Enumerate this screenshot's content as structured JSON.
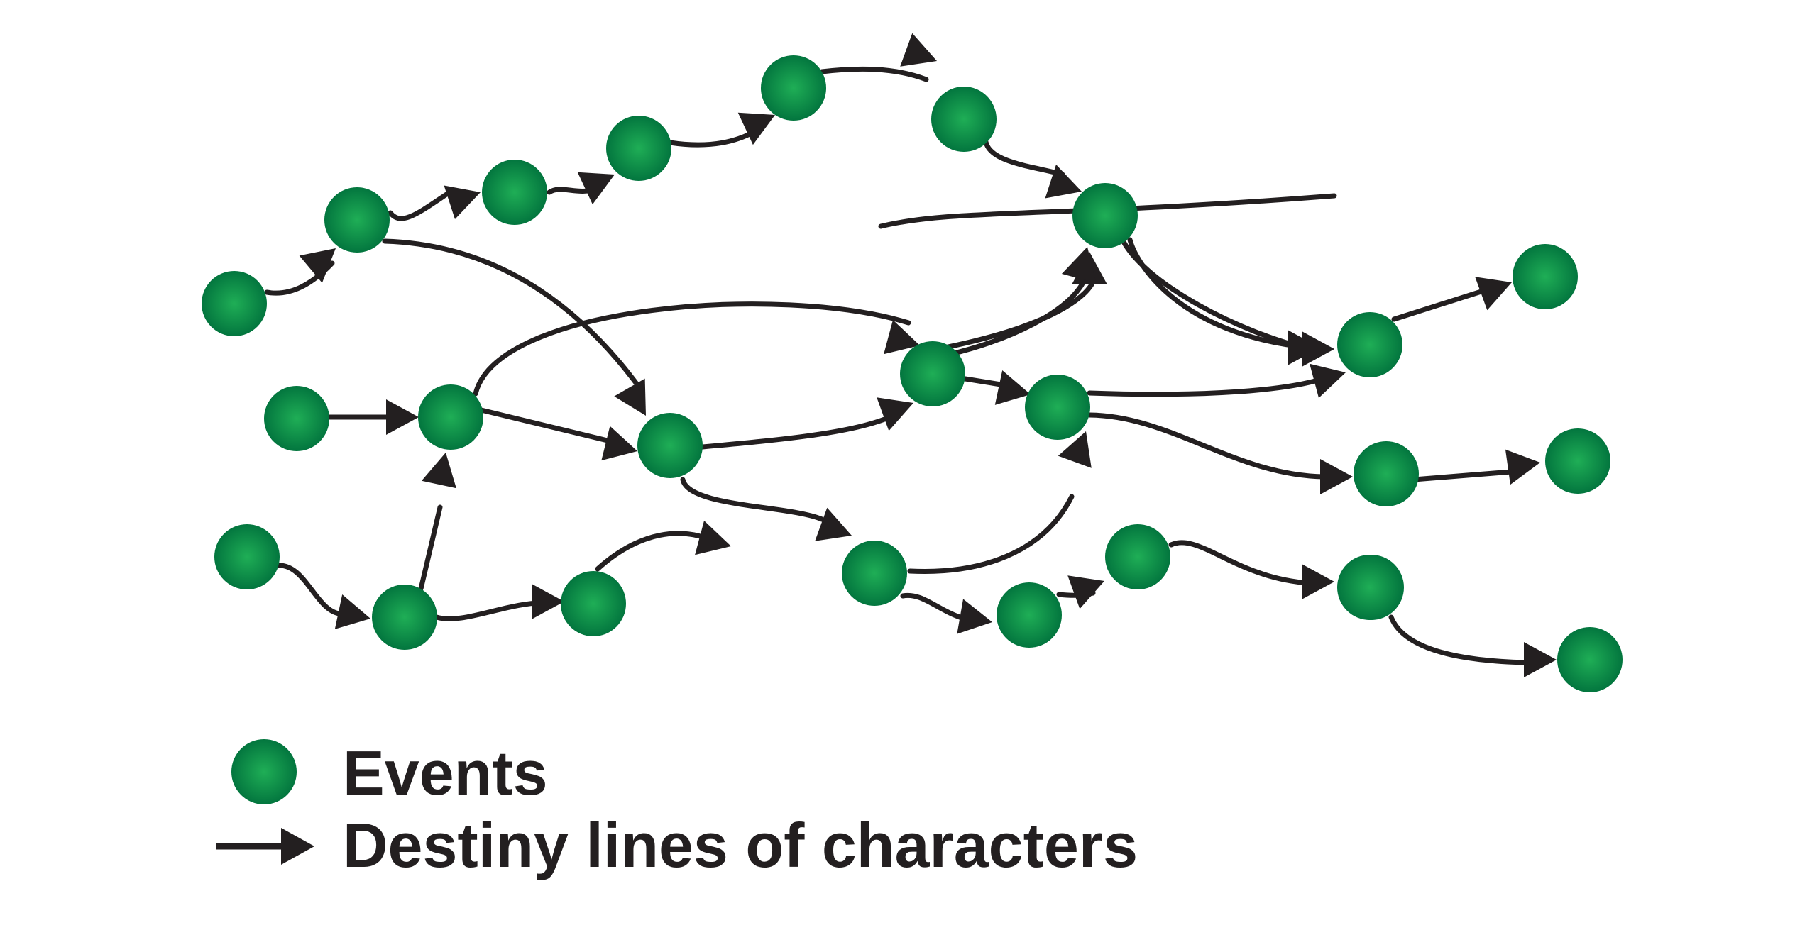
{
  "colors": {
    "event_fill_center": "#1fae56",
    "event_fill_edge": "#00703c",
    "line": "#231f20",
    "background": "#ffffff"
  },
  "nodes": [
    {
      "id": "a1"
    },
    {
      "id": "a2"
    },
    {
      "id": "a3"
    },
    {
      "id": "a4"
    },
    {
      "id": "a5"
    },
    {
      "id": "a6"
    },
    {
      "id": "a7"
    },
    {
      "id": "b1"
    },
    {
      "id": "b2"
    },
    {
      "id": "b3"
    },
    {
      "id": "b4"
    },
    {
      "id": "b5"
    },
    {
      "id": "c1"
    },
    {
      "id": "c2"
    },
    {
      "id": "c3"
    },
    {
      "id": "c4"
    },
    {
      "id": "c5"
    },
    {
      "id": "c6"
    },
    {
      "id": "c7"
    },
    {
      "id": "d1"
    },
    {
      "id": "d2"
    },
    {
      "id": "d3"
    },
    {
      "id": "d4"
    },
    {
      "id": "d5"
    },
    {
      "id": "d6"
    },
    {
      "id": "d7"
    }
  ],
  "edges": [
    {
      "from": "a1",
      "to": "a2"
    },
    {
      "from": "a2",
      "to": "a3"
    },
    {
      "from": "a3",
      "to": "a4"
    },
    {
      "from": "a4",
      "to": "a5"
    },
    {
      "from": "a5",
      "to": "a6"
    },
    {
      "from": "a6",
      "to": "a7"
    },
    {
      "from": "a4",
      "to": "c4"
    },
    {
      "from": "a5",
      "to": "c5"
    },
    {
      "from": "a7",
      "to": "c7"
    },
    {
      "from": "a2",
      "to": "c3"
    },
    {
      "from": "b1",
      "to": "b2"
    },
    {
      "from": "b2",
      "to": "c3"
    },
    {
      "from": "b2",
      "to": "c4"
    },
    {
      "from": "c3",
      "to": "c4"
    },
    {
      "from": "c4",
      "to": "c5"
    },
    {
      "from": "c4",
      "to": "a7"
    },
    {
      "from": "c5",
      "to": "c6"
    },
    {
      "from": "c5",
      "to": "d7"
    },
    {
      "from": "d1",
      "to": "d2"
    },
    {
      "from": "d2",
      "to": "b2"
    },
    {
      "from": "d2",
      "to": "d3"
    },
    {
      "from": "d3",
      "to": "d4"
    },
    {
      "from": "c3",
      "to": "d4"
    },
    {
      "from": "d4",
      "to": "c5"
    },
    {
      "from": "d4",
      "to": "d5"
    },
    {
      "from": "d5",
      "to": "d6"
    },
    {
      "from": "d6",
      "to": "e1"
    },
    {
      "from": "e1",
      "to": "e2"
    },
    {
      "from": "c6",
      "to": "b5"
    },
    {
      "from": "c7",
      "to": "b4"
    },
    {
      "from": "d7",
      "to": "b3"
    }
  ],
  "legend": {
    "events_label": "Events",
    "lines_label": "Destiny lines of characters"
  }
}
